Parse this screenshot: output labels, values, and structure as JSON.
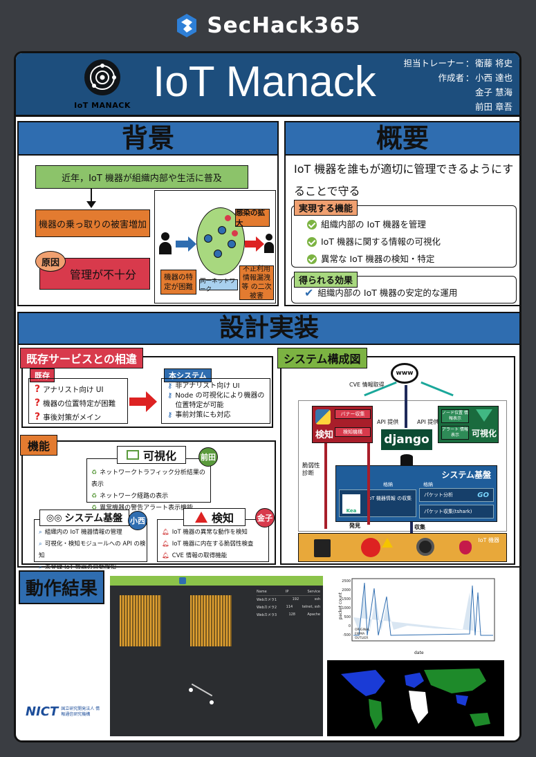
{
  "topbar": {
    "brand": "SecHack365"
  },
  "header": {
    "emblem_caption": "IoT MANACK",
    "title": "IoT Manack",
    "credits": [
      {
        "key": "担当トレーナー",
        "value": "衛藤 将史"
      },
      {
        "key": "作成者",
        "value": "小西 達也"
      },
      {
        "key": "",
        "value": "金子 慧海"
      },
      {
        "key": "",
        "value": "前田 章吾"
      }
    ]
  },
  "background": {
    "heading": "背景",
    "fact": "近年，IoT 機器が組織内部や生活に普及",
    "threat": "機器の乗っ取りの被害増加",
    "cause_tag": "原因",
    "cause": "管理が不十分",
    "diagram": {
      "spread": "感染の拡大",
      "identify": "機器の特定が困難",
      "network": "同一ネットワーク",
      "misuse": "不正利用 情報漏洩等 の二次被害"
    }
  },
  "overview": {
    "heading": "概要",
    "lead": "IoT 機器を誰もが適切に管理できるようにすることで守る",
    "features_tag": "実現する機能",
    "features": [
      "組織内部の IoT 機器を管理",
      "IoT 機器に関する情報の可視化",
      "異常な IoT 機器の検知・特定"
    ],
    "effects_tag": "得られる効果",
    "effects": [
      "組織内部の IoT 機器の安定的な運用"
    ]
  },
  "design": {
    "heading": "設計実装",
    "diff": {
      "heading": "既存サービスとの相違",
      "existing_tag": "既存",
      "existing": [
        "アナリスト向け UI",
        "機器の位置特定が困難",
        "事後対策がメイン"
      ],
      "ours_tag": "本システム",
      "ours": [
        "非アナリスト向け UI",
        "Node の可視化により機器の位置特定が可能",
        "事前対策にも対応"
      ]
    },
    "functions": {
      "heading": "機能",
      "viz": {
        "title": "可視化",
        "owner": "前田",
        "items": [
          "ネットワークトラフィック分析結果の表示",
          "ネットワーク経路の表示",
          "異常機器の警告アラート表示機能"
        ]
      },
      "base": {
        "title": "システム基盤",
        "owner": "小西",
        "items": [
          "組織内の IoT 機器情報の管理",
          "可視化・検知モジュールへの API の検知",
          "未登録 IoT 機器の自動検知"
        ]
      },
      "detect": {
        "title": "検知",
        "owner": "金子",
        "items": [
          "IoT 機器の異常な動作を検知",
          "IoT 機器に内在する脆弱性検査",
          "CVE 情報の取得機能"
        ]
      }
    },
    "arch": {
      "heading": "システム構成図",
      "cve": "CVE 情報取得",
      "api1": "API 提供",
      "api2": "API 提供",
      "detect": "検知",
      "banner": "バナー収集",
      "detect_mech": "検知機構",
      "django": "django",
      "node_pos": "ノード位置 情報表示",
      "alert": "アラート 情報表示",
      "viz": "可視化",
      "vuln": "脆弱性 診断",
      "base": "システム基盤",
      "store1": "格納",
      "store2": "格納",
      "kea": "Kea",
      "iot_collect": "IoT 機器情報 の収集",
      "packet_analysis": "パケット分析",
      "go": "GO",
      "packet_collect": "パケット収集(tshark)",
      "discover": "発見",
      "collect": "収集",
      "iot": "IoT 機器"
    }
  },
  "results": {
    "heading": "動作結果",
    "table_headers": [
      "Name",
      "IP",
      "Service"
    ],
    "table_rows": [
      [
        "Webカメラ1",
        "192",
        "ssh"
      ],
      [
        "Webカメラ2",
        "114",
        "telnet, ssh"
      ],
      [
        "Webカメラ3",
        "128",
        "Apache"
      ]
    ],
    "graph": {
      "ylabel": "packet count",
      "xlabel": "date",
      "legend": [
        "ORIGINAL",
        "EWMA",
        "OUTLIER"
      ],
      "yticks": [
        "2500",
        "2000",
        "1500",
        "1000",
        "500",
        "0",
        "-500"
      ]
    },
    "nict": "NICT",
    "nict_sub": "国立研究開発法人 情報通信研究機構"
  }
}
